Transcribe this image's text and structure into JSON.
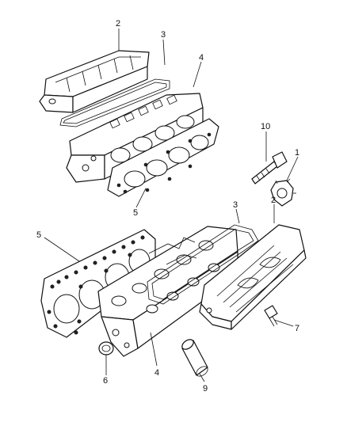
{
  "callouts": [
    {
      "id": "c2a",
      "label": "2"
    },
    {
      "id": "c3a",
      "label": "3"
    },
    {
      "id": "c4a",
      "label": "4"
    },
    {
      "id": "c5a",
      "label": "5"
    },
    {
      "id": "c10",
      "label": "10"
    },
    {
      "id": "c1",
      "label": "1"
    },
    {
      "id": "c3b",
      "label": "3"
    },
    {
      "id": "c2b",
      "label": "2"
    },
    {
      "id": "c5b",
      "label": "5"
    },
    {
      "id": "c7",
      "label": "7"
    },
    {
      "id": "c4b",
      "label": "4"
    },
    {
      "id": "c6",
      "label": "6"
    },
    {
      "id": "c9",
      "label": "9"
    }
  ]
}
